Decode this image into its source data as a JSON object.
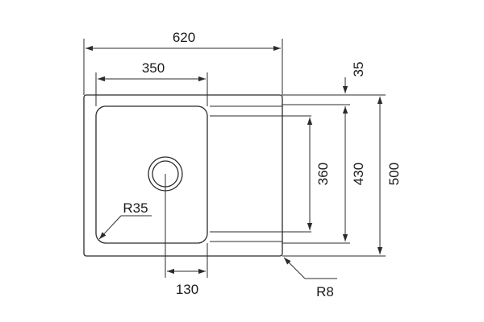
{
  "drawing": {
    "dimensions": {
      "overall_width": "620",
      "bowl_width": "350",
      "drain_offset": "130",
      "drainer_depth": "360",
      "bowl_depth": "430",
      "overall_depth": "500",
      "top_offset": "35",
      "bowl_corner_radius": "R35",
      "outer_corner_radius": "R8"
    },
    "colors": {
      "line": "#2b2b2b",
      "text": "#1a1a1a",
      "background": "#ffffff"
    }
  }
}
